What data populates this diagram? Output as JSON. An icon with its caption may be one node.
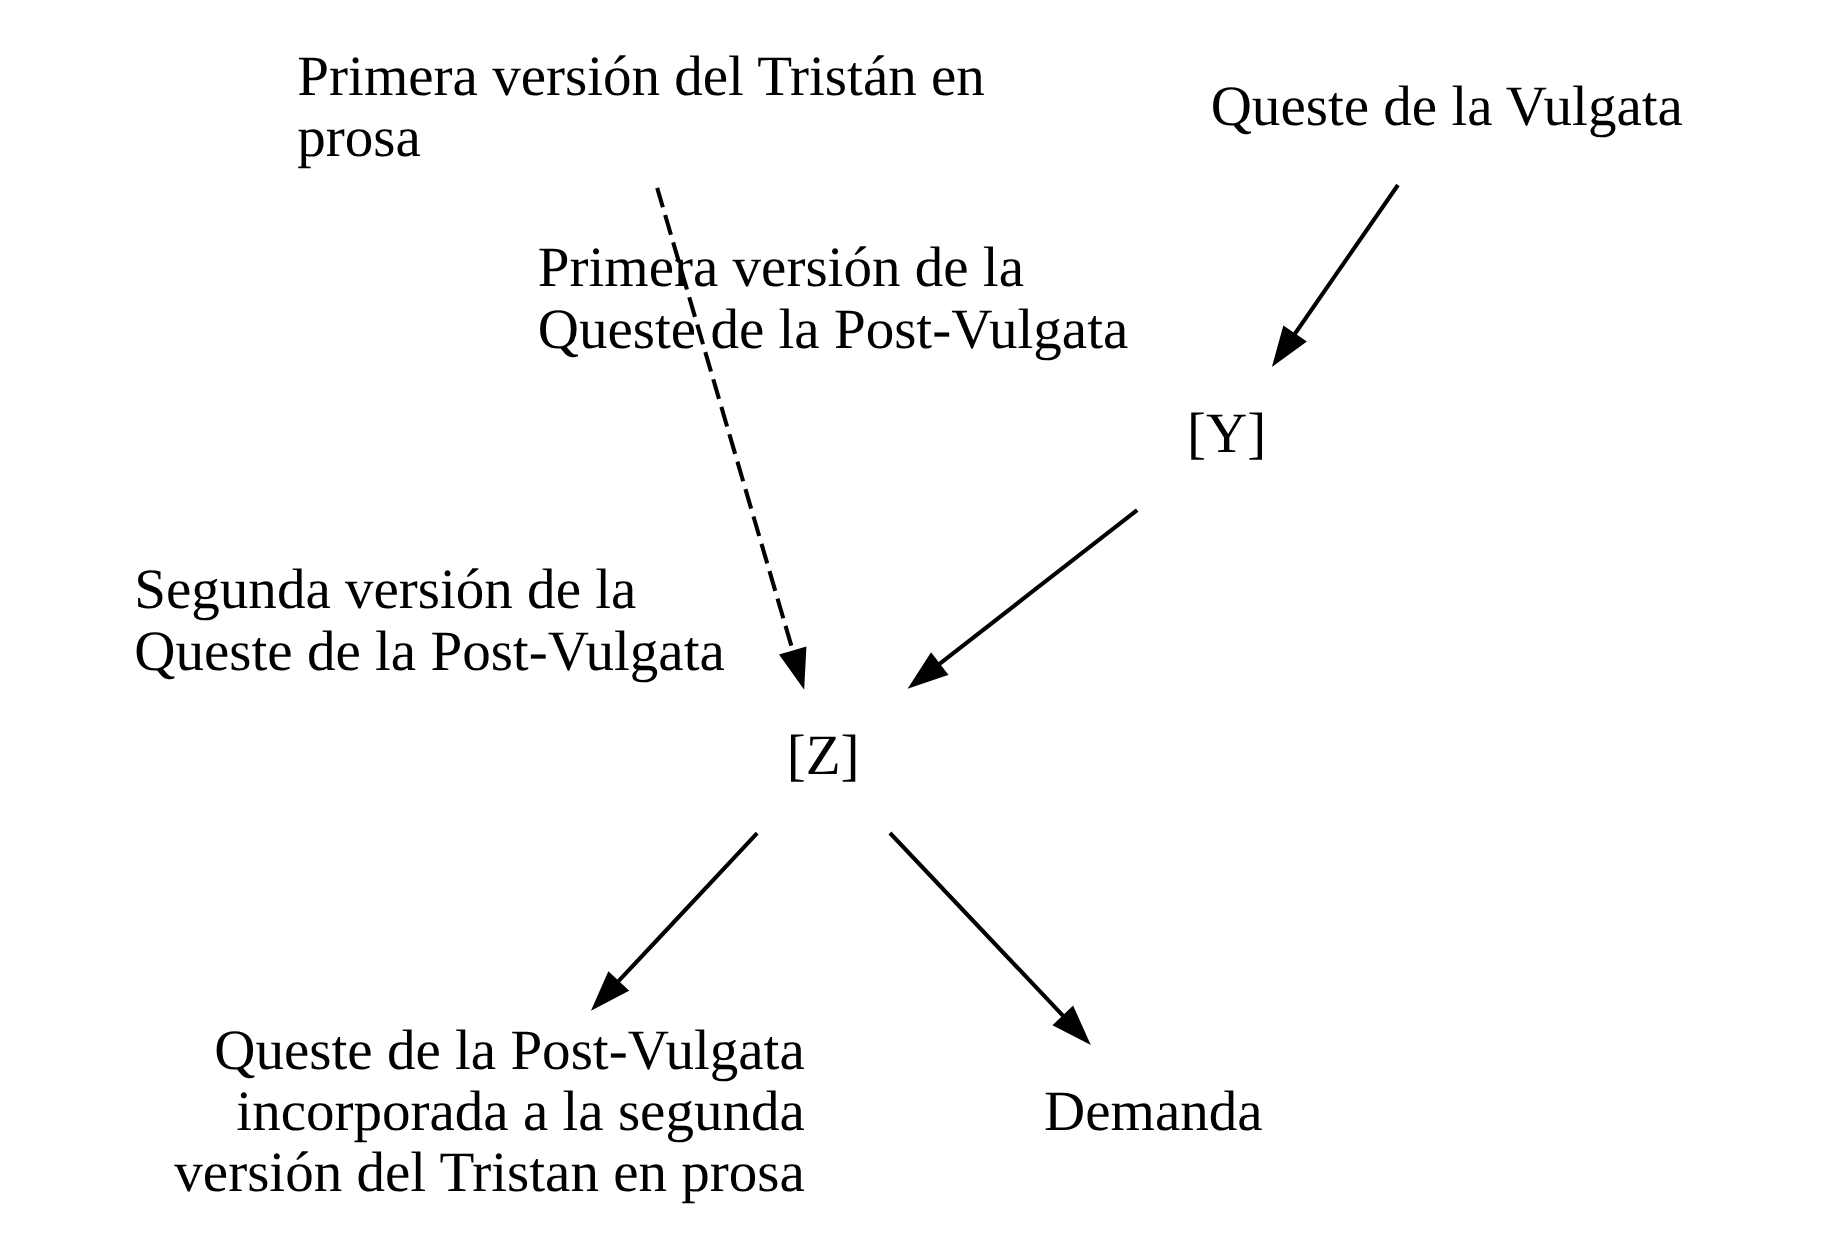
{
  "diagram": {
    "nodes": [
      {
        "text": [
          "Queste de la Vulgata"
        ]
      },
      {
        "text": [
          "Primera versión del Tristán en prosa"
        ]
      },
      {
        "text": [
          "[Y]"
        ],
        "beside": [
          "Primera versión de la Queste de la Post-Vulgata"
        ]
      },
      {
        "text": [
          "[Z]"
        ],
        "beside": [
          "Segunda versión de la Queste de la Post-Vulgata"
        ]
      },
      {
        "text": [
          "Queste de la Post-Vulgata incorporada a la segunda versión del Tristan en prosa"
        ]
      },
      {
        "text": [
          "Demanda"
        ]
      }
    ],
    "edges": [
      {
        "from": 0,
        "to": 2,
        "arrow": "to"
      },
      {
        "from": 1,
        "to": 3,
        "arrow": "to",
        "style": "dashed"
      },
      {
        "from": 2,
        "to": 3,
        "arrow": "to"
      },
      {
        "from": 3,
        "to": 4,
        "arrow": "to"
      },
      {
        "from": 3,
        "to": 5,
        "arrow": "to"
      }
    ]
  }
}
